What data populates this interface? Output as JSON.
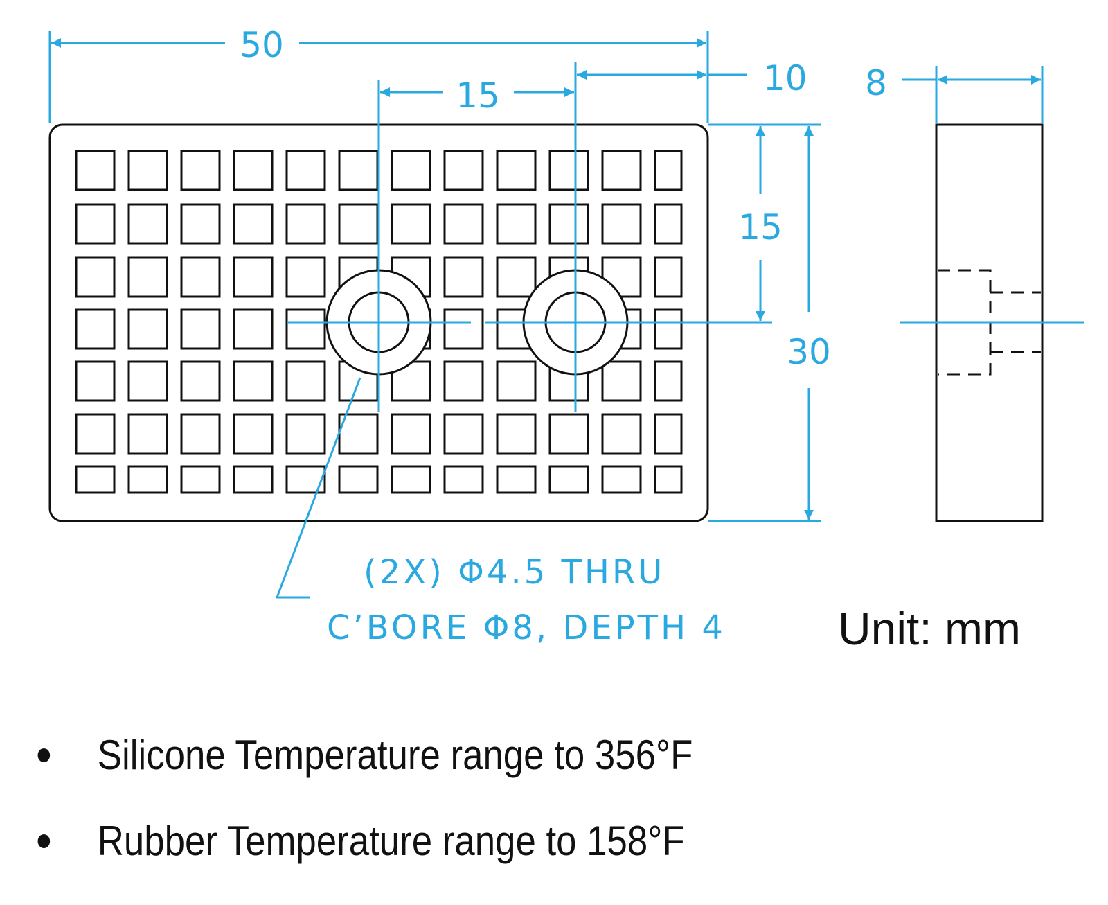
{
  "drawing": {
    "colors": {
      "dimension": "#2aa9e0",
      "outline": "#111111"
    },
    "dimensions": {
      "overall_width": "50",
      "hole_spacing": "15",
      "edge_offset": "10",
      "thickness": "8",
      "hole_height": "15",
      "overall_height": "30"
    },
    "hole_note": {
      "line1": "(2X) Φ4.5 THRU",
      "line2": "C’BORE Φ8, DEPTH 4"
    },
    "unit_label": "Unit: mm"
  },
  "features": [
    {
      "text": "Silicone Temperature range to 356°F"
    },
    {
      "text": "Rubber Temperature range to 158°F"
    }
  ]
}
